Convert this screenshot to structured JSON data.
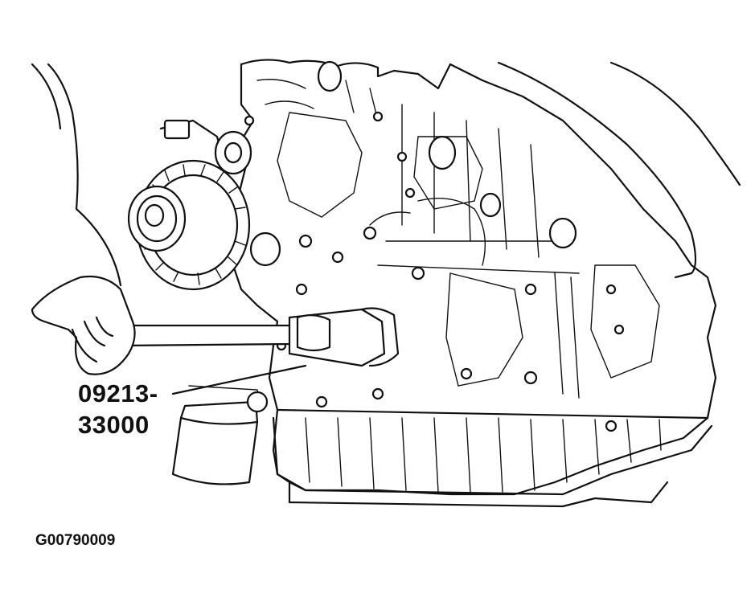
{
  "callout": {
    "tool_number_line1": "09213-",
    "tool_number_line2": "33000"
  },
  "figure": {
    "id": "G00790009"
  },
  "colors": {
    "ink": "#111111",
    "paper": "#ffffff"
  }
}
